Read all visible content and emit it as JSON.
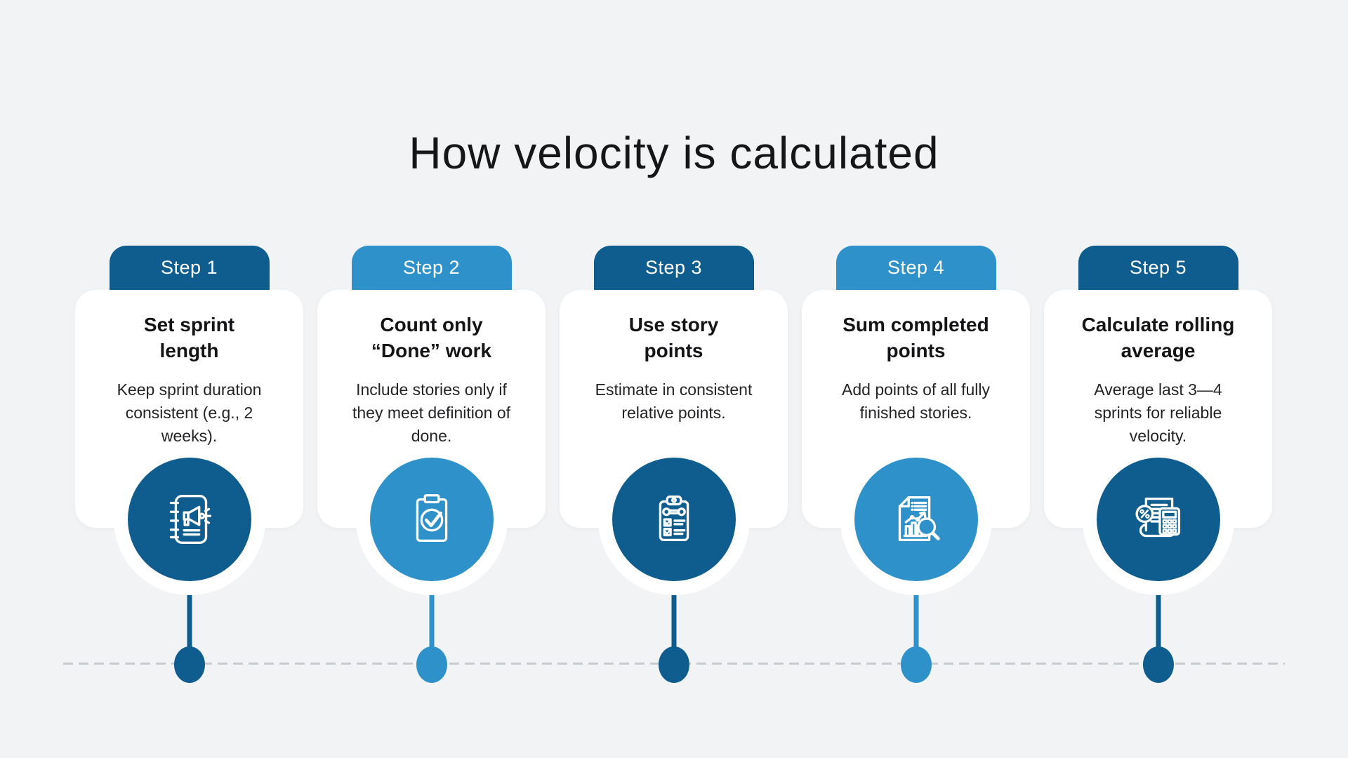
{
  "title": "How velocity is calculated",
  "colors": {
    "dark_blue": "#0e5d8e",
    "light_blue": "#2e91c9",
    "background": "#f2f3f5",
    "card_white": "#ffffff",
    "timeline_dash": "#c8cbd0",
    "text": "#1c1c1e",
    "tab_text": "#ffffff",
    "icon_stroke": "#ffffff"
  },
  "steps": [
    {
      "label": "Step 1",
      "title": "Set sprint\nlength",
      "description": "Keep sprint duration\nconsistent (e.g., 2\nweeks).",
      "icon": "icon-notebook-megaphone",
      "theme": "dark"
    },
    {
      "label": "Step 2",
      "title": "Count only\n“Done” work",
      "description": "Include stories only if\nthey meet definition of\ndone.",
      "icon": "icon-clipboard-check",
      "theme": "light"
    },
    {
      "label": "Step 3",
      "title": "Use story\npoints",
      "description": "Estimate in consistent\nrelative points.",
      "icon": "icon-clipboard-tasks",
      "theme": "dark"
    },
    {
      "label": "Step 4",
      "title": "Sum completed\npoints",
      "description": "Add points of all fully\nfinished stories.",
      "icon": "icon-report-magnifier",
      "theme": "light"
    },
    {
      "label": "Step 5",
      "title": "Calculate rolling\naverage",
      "description": "Average last 3—4\nsprints for reliable\nvelocity.",
      "icon": "icon-scroll-calculator",
      "theme": "dark"
    }
  ]
}
